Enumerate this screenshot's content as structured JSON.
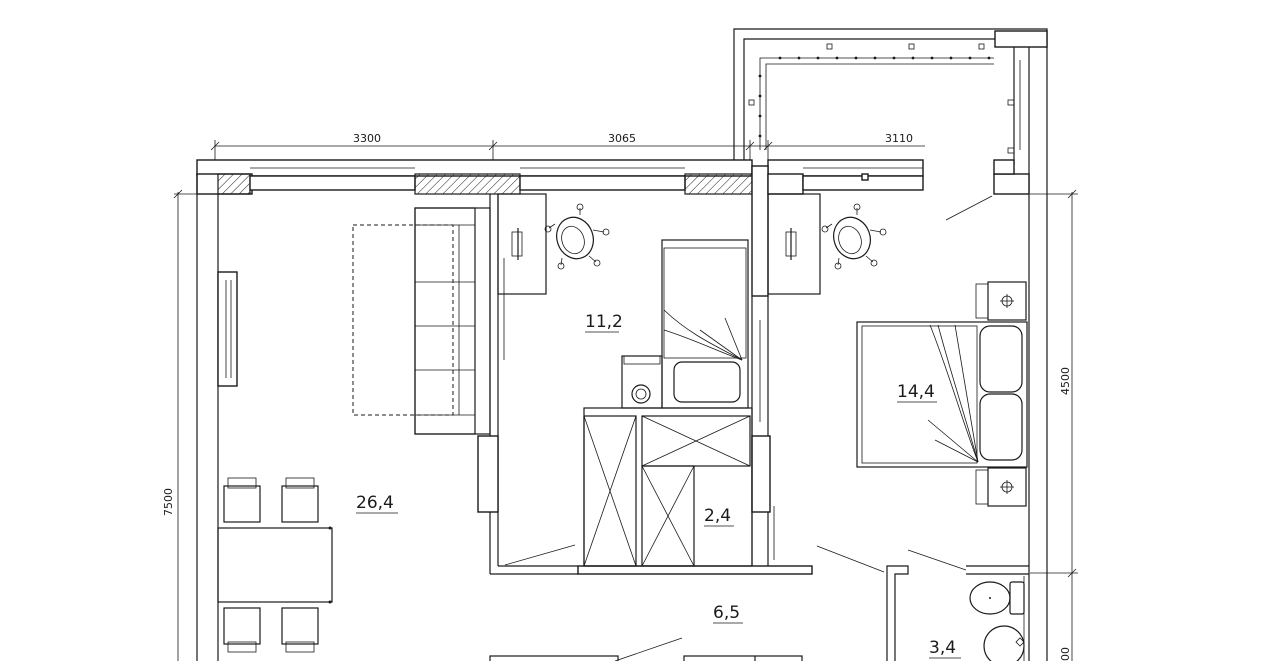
{
  "dimensions": {
    "top": [
      "3300",
      "3065",
      "3110"
    ],
    "left": "7500",
    "right_upper": "4500",
    "right_lower": "00"
  },
  "rooms": {
    "living": "26,4",
    "bedroom_small": "11,2",
    "bedroom_master": "14,4",
    "closet": "2,4",
    "hall": "6,5",
    "bathroom": "3,4"
  }
}
